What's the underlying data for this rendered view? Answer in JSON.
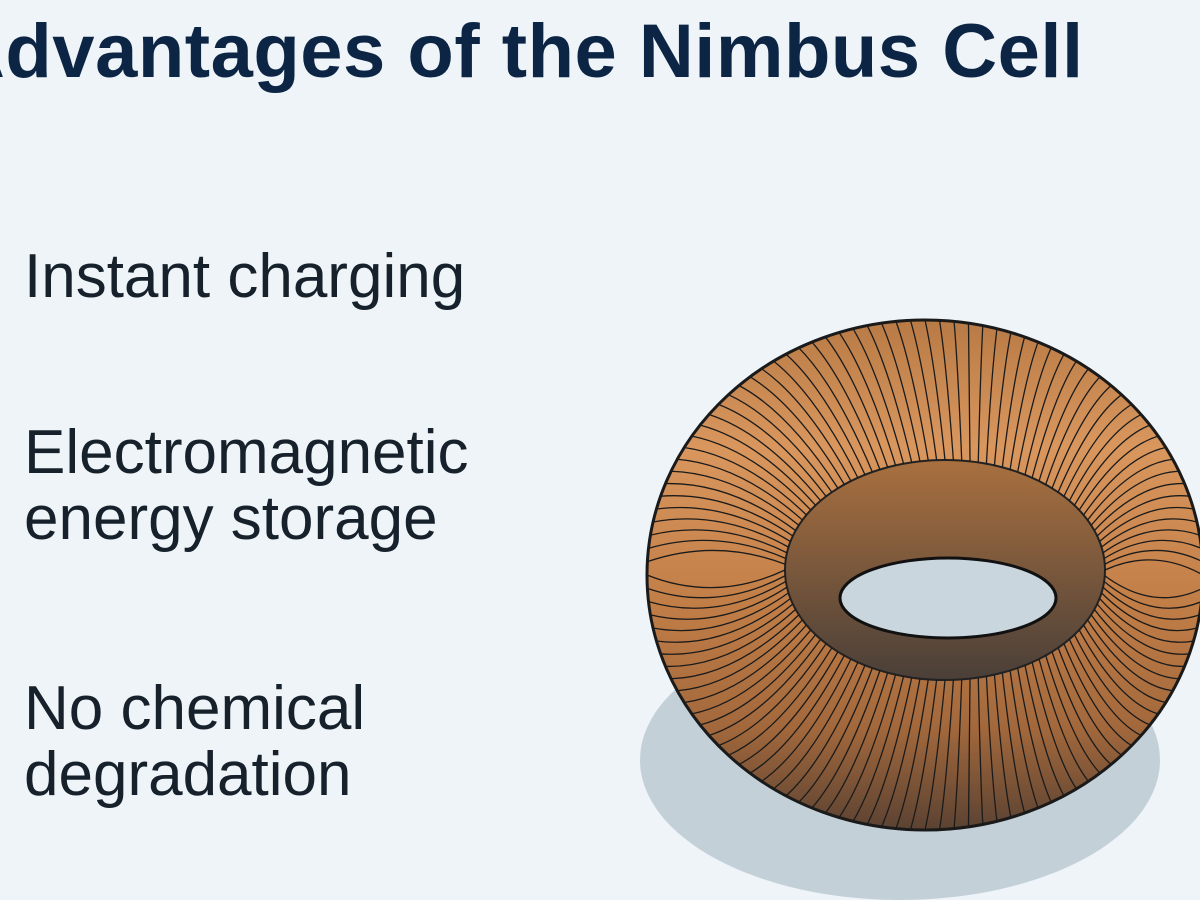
{
  "slide": {
    "title": "Advantages of the Nimbus Cell",
    "bullets": [
      {
        "line1": "Instant charging"
      },
      {
        "line1": "Electromagnetic",
        "line2": "energy storage"
      },
      {
        "line1": "No chemical",
        "line2": "degradation"
      }
    ],
    "illustration": "copper-toroid-coil",
    "colors": {
      "title": "#0d2545",
      "text": "#16212b",
      "background": "#eef4f8",
      "copper": "#c98a52"
    }
  }
}
